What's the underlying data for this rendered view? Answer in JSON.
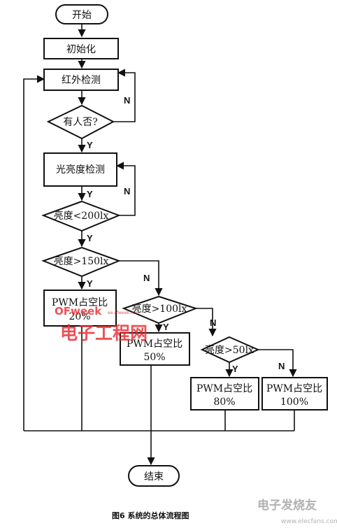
{
  "flowchart": {
    "start": "开始",
    "init": "初始化",
    "ir_detect": "红外检测",
    "has_person": "有人否?",
    "light_detect": "光亮度检测",
    "cond_200": "亮度<200lx",
    "cond_150": "亮度>150lx",
    "cond_100": "亮度>100lx",
    "cond_50": "亮度>50lx",
    "pwm_20_line1": "PWM占空比",
    "pwm_20_line2": "20%",
    "pwm_50_line1": "PWM占空比",
    "pwm_50_line2": "50%",
    "pwm_80_line1": "PWM占空比",
    "pwm_80_line2": "80%",
    "pwm_100_line1": "PWM占空比",
    "pwm_100_line2": "100%",
    "end": "结束",
    "yes": "Y",
    "no": "N"
  },
  "caption": "图6   系统的总体流程图",
  "watermarks": {
    "brand": "OFweek",
    "site_cn": "电子工程网",
    "url": "ee.ofweek.com",
    "corner_cn": "电子发烧友",
    "corner_url": "www.elecfans.com"
  }
}
